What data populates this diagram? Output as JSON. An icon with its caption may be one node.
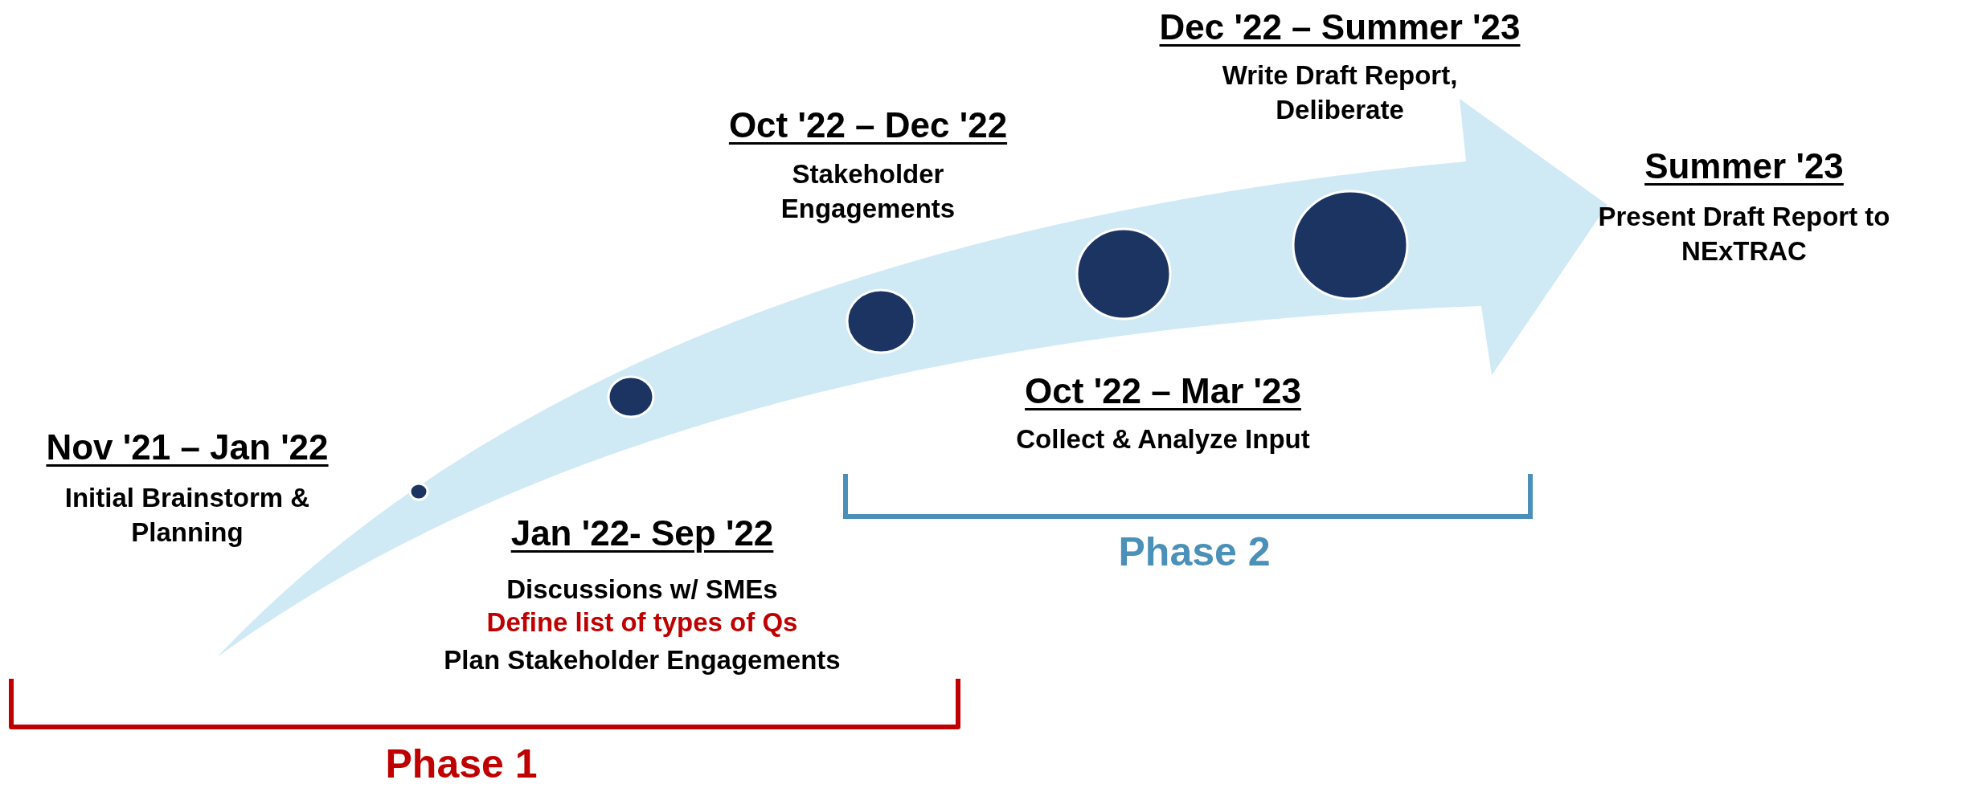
{
  "diagram": {
    "nodes": [
      {
        "text": [],
        "shape": "circle"
      },
      {
        "text": [],
        "shape": "circle"
      },
      {
        "text": [],
        "shape": "circle"
      },
      {
        "text": [],
        "shape": "circle"
      },
      {
        "text": [],
        "shape": "circle"
      }
    ],
    "edges": [],
    "labels": [
      "Dec '22 – Summer '23",
      "Write Draft Report, Deliberate",
      "Oct '22 – Dec '22",
      "Stakeholder Engagements",
      "Summer '23",
      "Present Draft Report to NExTRAC",
      "Oct '22 – Mar '23",
      "Collect & Analyze Input",
      "Nov '21 – Jan '22",
      "Initial Brainstorm & Planning",
      "Jan '22- Sep '22",
      "Discussions w/ SMEs",
      "Define list of types of Qs",
      "Plan Stakeholder Engagements",
      "Phase 2",
      "Phase 1"
    ]
  }
}
